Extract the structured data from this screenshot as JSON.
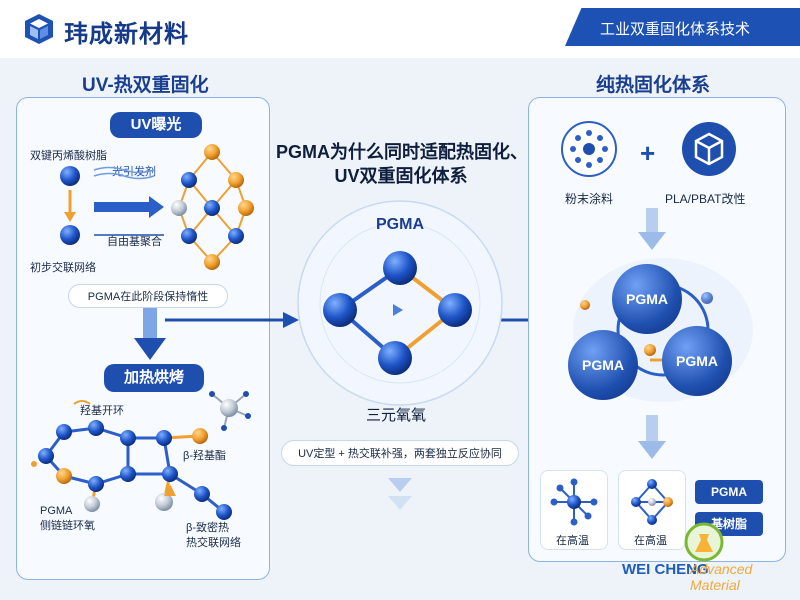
{
  "header": {
    "brand": "玮成新材料",
    "banner": "工业双重固化体系技术"
  },
  "left": {
    "title": "UV-热双重固化",
    "uv_pill": "UV曝光",
    "labels": {
      "acrylate": "双键丙烯酸树脂",
      "photoinitiator": "光引发剂",
      "radical": "自由基聚合",
      "network": "初步交联网络",
      "latent": "PGMA在此阶段保持惰性"
    },
    "bake_pill": "加热烘烤",
    "bake_labels": {
      "hydroxyl": "羟基开环",
      "beta_ester": "β-羟基酯",
      "pgma_side": "PGMA\n侧链链环氧",
      "beta_dense": "β-致密热\n热交联网络"
    }
  },
  "center": {
    "question": "PGMA为什么同时适配热固化、\nUV双重固化体系",
    "pgma": "PGMA",
    "ternary": "三元氧氧",
    "summary": "UV定型 + 热交联补强，两套独立反应协同"
  },
  "right": {
    "title": "纯热固化体系",
    "powder": "粉末涂料",
    "pla": "PLA/PBAT改性",
    "pgma_top": "PGMA",
    "pgma_left": "PGMA",
    "pgma_right": "PGMA",
    "high_temp_1": "在高温",
    "high_temp_2": "在高温",
    "legend_pgma": "PGMA",
    "legend_resin": "基树脂"
  },
  "watermark": {
    "brand": "WEI CHENG",
    "sub": "Advanced Material"
  },
  "colors": {
    "blue": "#1f4fae",
    "orange": "#f0a83a",
    "light_blue": "#8fb2e4"
  }
}
